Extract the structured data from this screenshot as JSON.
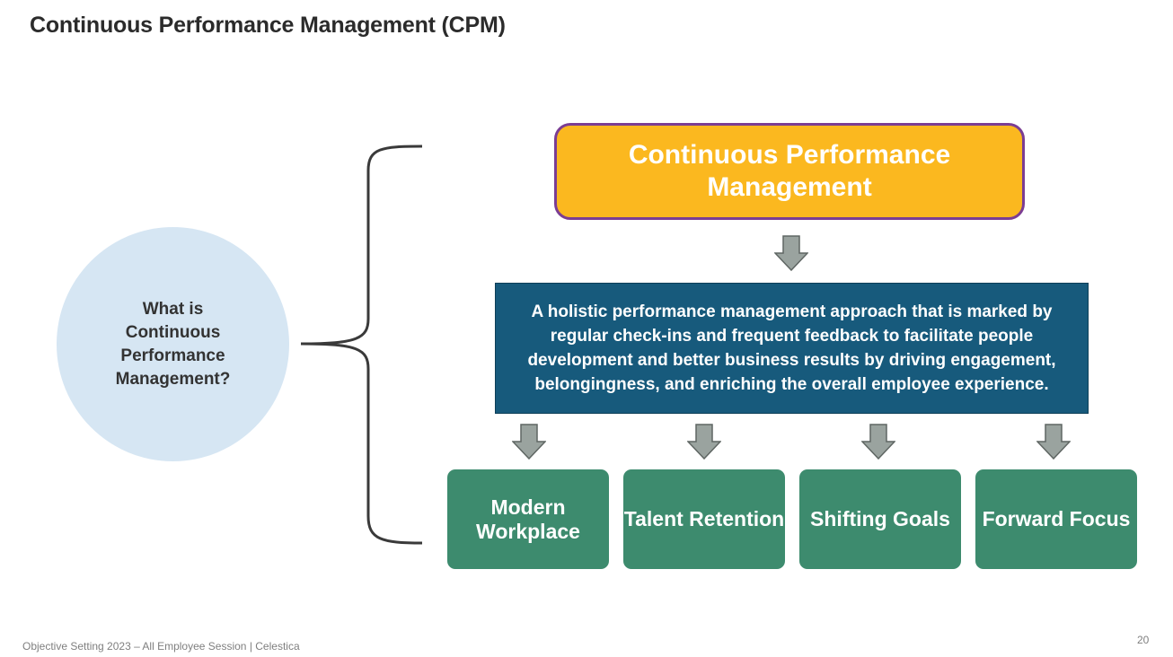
{
  "slide": {
    "title": "Continuous Performance Management (CPM)"
  },
  "question": {
    "text": "What is Continuous Performance Management?"
  },
  "main_box": {
    "label": "Continuous Performance Management"
  },
  "definition": {
    "text": "A holistic performance management approach that is marked by regular check-ins and frequent feedback to facilitate people development and better business results by driving engagement, belongingness, and enriching the overall employee experience."
  },
  "pillars": [
    {
      "label": "Modern Workplace"
    },
    {
      "label": "Talent Retention"
    },
    {
      "label": "Shifting Goals"
    },
    {
      "label": "Forward Focus"
    }
  ],
  "footer": {
    "text": "Objective Setting 2023 – All Employee Session | Celestica",
    "page_number": "20"
  },
  "colors": {
    "circle_fill": "#d6e6f3",
    "main_box_fill": "#fbb81f",
    "main_box_border": "#7b3d93",
    "definition_fill": "#175a7c",
    "pillar_fill": "#3d8b6e",
    "arrow_fill": "#9aa39f"
  }
}
